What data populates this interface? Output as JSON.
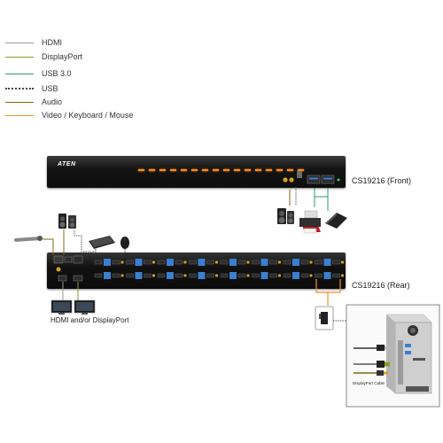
{
  "legend": [
    {
      "label": "HDMI",
      "color": "#9a9a9a",
      "style": "solid"
    },
    {
      "label": "DisplayPort",
      "color": "#8a9a2a",
      "style": "solid"
    },
    {
      "label": "USB 3.0",
      "color": "#2a9a7a",
      "style": "solid"
    },
    {
      "label": "USB",
      "color": "#444444",
      "style": "dotted"
    },
    {
      "label": "Audio",
      "color": "#7a6a10",
      "style": "solid"
    },
    {
      "label": "Video / Keyboard / Mouse",
      "color": "#f0902a",
      "style": "solid"
    }
  ],
  "front": {
    "brand": "ATEN",
    "label": "CS19216 (Front)"
  },
  "rear": {
    "label": "CS19216 (Rear)"
  },
  "monitors_label": "HDMI and/or DisplayPort",
  "computer": {
    "cable_label": "DisplayPort Cable"
  },
  "colors": {
    "chassis": "#151515",
    "led": "#ff8c1a",
    "port_blue": "#3a7fd0",
    "bracket": "#f0902a"
  }
}
